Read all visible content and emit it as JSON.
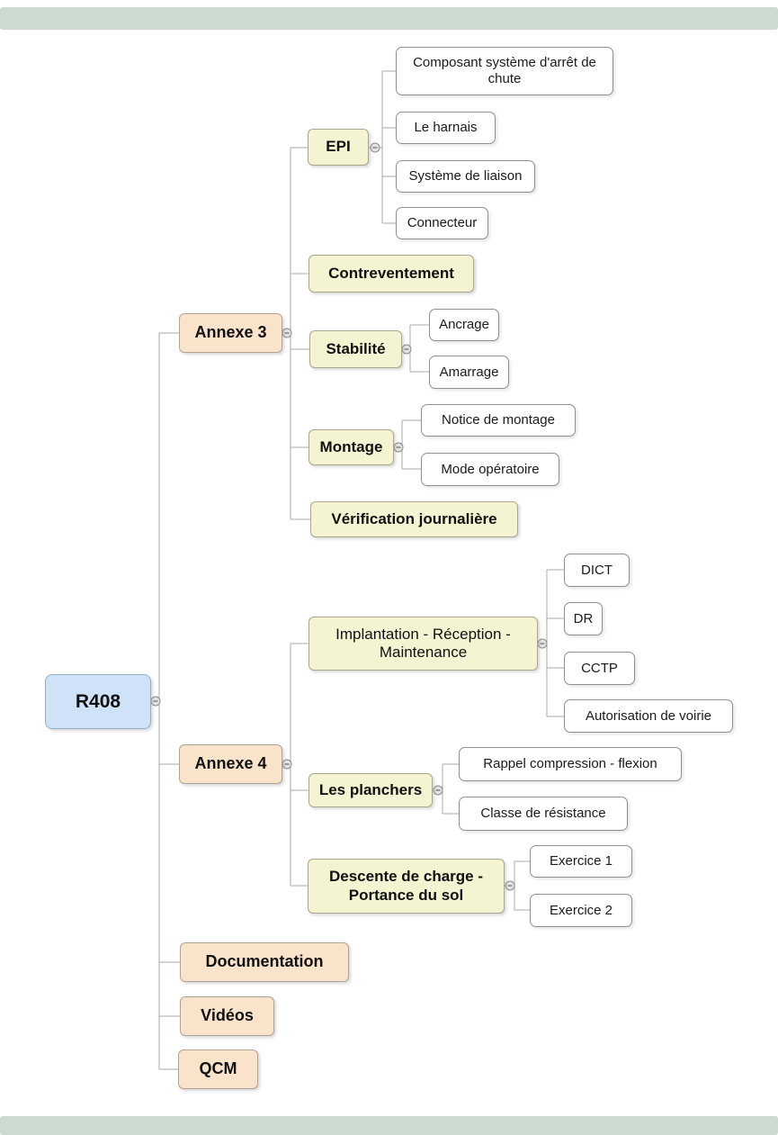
{
  "app": {
    "header_bar_color": "#ccdacf",
    "footer_bar_color": "#ccdacf",
    "connector_color": "#aaaaaa"
  },
  "colors": {
    "root_fill": "#cfe2f7",
    "root_border": "#94afcd",
    "branch_fill": "#fae3cb",
    "branch_border": "#b2a294",
    "topic_fill": "#f4f4d2",
    "topic_border": "#a8a88d",
    "leaf_fill": "#ffffff",
    "leaf_border": "#8f8f8f",
    "collapse_fill": "#e3e3e3",
    "collapse_border": "#8a8a8a"
  },
  "icons": {
    "collapse": "minus-icon"
  },
  "tree": {
    "label": "R408",
    "children": [
      {
        "label": "Annexe 3",
        "children": [
          {
            "label": "EPI",
            "children": [
              {
                "label": "Composant système d'arrêt de chute"
              },
              {
                "label": "Le harnais"
              },
              {
                "label": "Système de liaison"
              },
              {
                "label": "Connecteur"
              }
            ]
          },
          {
            "label": "Contreventement"
          },
          {
            "label": "Stabilité",
            "children": [
              {
                "label": "Ancrage"
              },
              {
                "label": "Amarrage"
              }
            ]
          },
          {
            "label": "Montage",
            "children": [
              {
                "label": "Notice de montage"
              },
              {
                "label": "Mode opératoire"
              }
            ]
          },
          {
            "label": "Vérification journalière"
          }
        ]
      },
      {
        "label": "Annexe 4",
        "children": [
          {
            "label": "Implantation - Réception - Maintenance",
            "children": [
              {
                "label": "DICT"
              },
              {
                "label": "DR"
              },
              {
                "label": "CCTP"
              },
              {
                "label": "Autorisation de voirie"
              }
            ]
          },
          {
            "label": "Les planchers",
            "children": [
              {
                "label": "Rappel compression - flexion"
              },
              {
                "label": "Classe de résistance"
              }
            ]
          },
          {
            "label": "Descente de charge - Portance du sol",
            "children": [
              {
                "label": "Exercice 1"
              },
              {
                "label": "Exercice 2"
              }
            ]
          }
        ]
      },
      {
        "label": "Documentation"
      },
      {
        "label": "Vidéos"
      },
      {
        "label": "QCM"
      }
    ]
  }
}
